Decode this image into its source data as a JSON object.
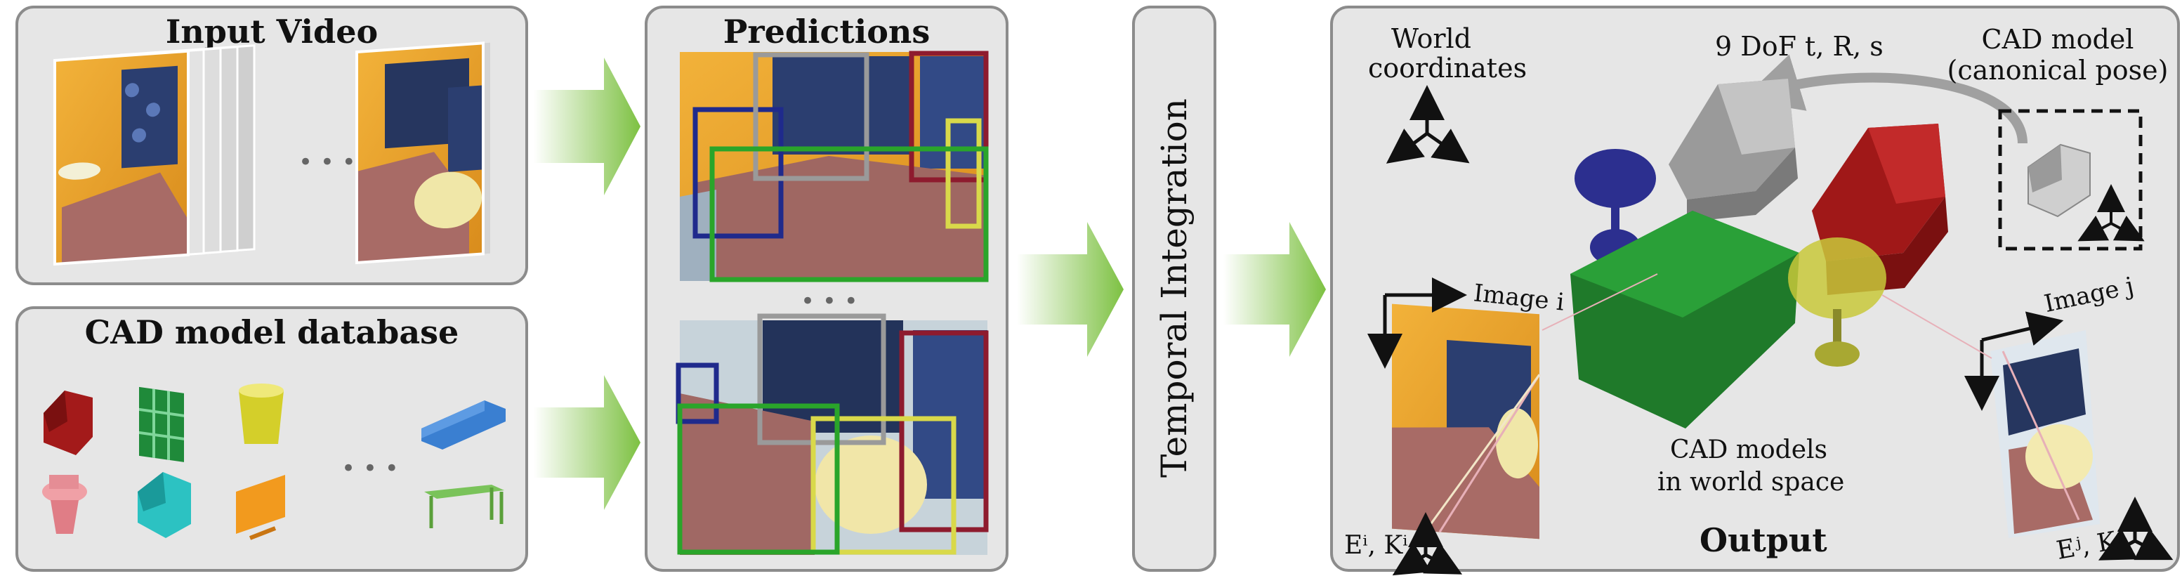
{
  "panels": {
    "input_video": {
      "title": "Input Video"
    },
    "cad_database": {
      "title": "CAD model database"
    },
    "predictions": {
      "title": "Predictions"
    },
    "temporal": {
      "title": "Temporal Integration"
    },
    "output": {
      "title": "Output",
      "world_coords_line1": "World",
      "world_coords_line2": "coordinates",
      "dof_label": "9 DoF  t, R, s",
      "cad_model_line1": "CAD model",
      "cad_model_line2": "(canonical pose)",
      "image_i": "Image  i",
      "image_j": "Image  j",
      "cad_world_line1": "CAD models",
      "cad_world_line2": "in world space",
      "extrinsics_i": "Eⁱ, Kⁱ",
      "extrinsics_j": "Eʲ, Kʲ"
    }
  },
  "ellipsis": "• • •",
  "colors": {
    "panel_bg": "#e6e6e6",
    "panel_border": "#8c8c8c",
    "arrow_green": "#7dc142",
    "box_blue": "#1f2a8c",
    "box_gray": "#9a9a9a",
    "box_red": "#8e1b2e",
    "box_yellow": "#d9d94a",
    "box_green": "#2aa52a",
    "chair_red": "#a01818",
    "table_green": "#1f7a2a",
    "stool_blue": "#2c2f8f"
  }
}
